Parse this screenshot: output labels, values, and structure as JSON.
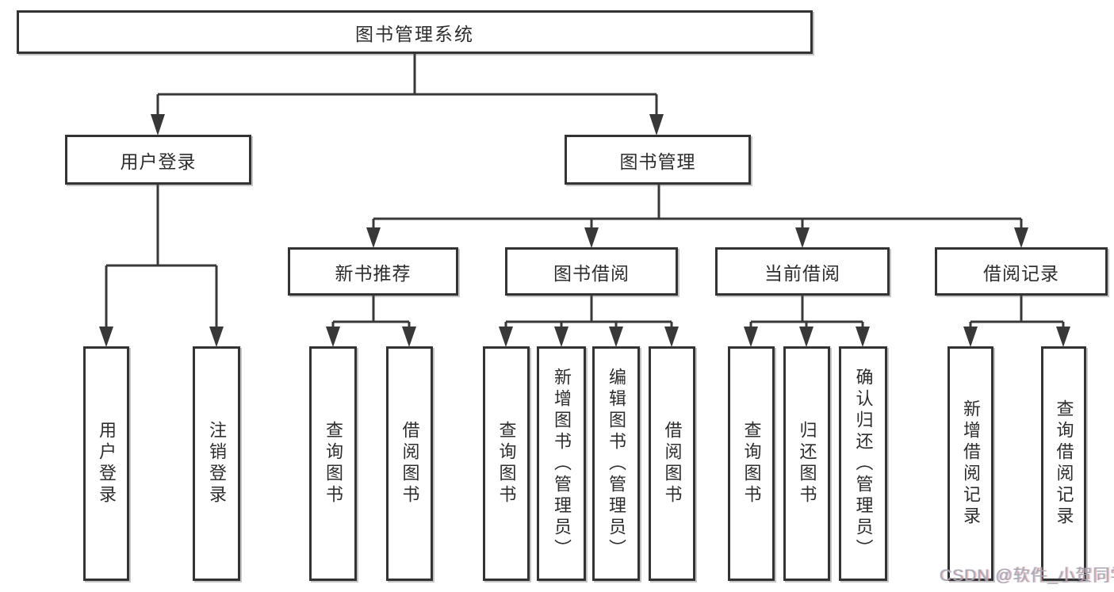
{
  "diagram": {
    "type": "tree-structure-diagram",
    "colors": {
      "line": "#383838",
      "box_border": "#333333",
      "box_fill": "#ffffff",
      "text": "#2d2d2d",
      "watermark": "#a7a4b2"
    },
    "tree": {
      "root": {
        "label": "图书管理系统",
        "children": [
          {
            "label": "用户登录",
            "children": [
              {
                "label": "用户登录"
              },
              {
                "label": "注销登录"
              }
            ]
          },
          {
            "label": "图书管理",
            "children": [
              {
                "label": "新书推荐",
                "children": [
                  {
                    "label": "查询图书"
                  },
                  {
                    "label": "借阅图书"
                  }
                ]
              },
              {
                "label": "图书借阅",
                "children": [
                  {
                    "label": "查询图书"
                  },
                  {
                    "label": "新增图书（管理员）"
                  },
                  {
                    "label": "编辑图书（管理员）"
                  },
                  {
                    "label": "借阅图书"
                  }
                ]
              },
              {
                "label": "当前借阅",
                "children": [
                  {
                    "label": "查询图书"
                  },
                  {
                    "label": "归还图书"
                  },
                  {
                    "label": "确认归还（管理员）"
                  }
                ]
              },
              {
                "label": "借阅记录",
                "children": [
                  {
                    "label": "新增借阅记录"
                  },
                  {
                    "label": "查询借阅记录"
                  }
                ]
              }
            ]
          }
        ]
      }
    },
    "watermark": {
      "text": "CSDN @软件_小贺同学"
    }
  }
}
